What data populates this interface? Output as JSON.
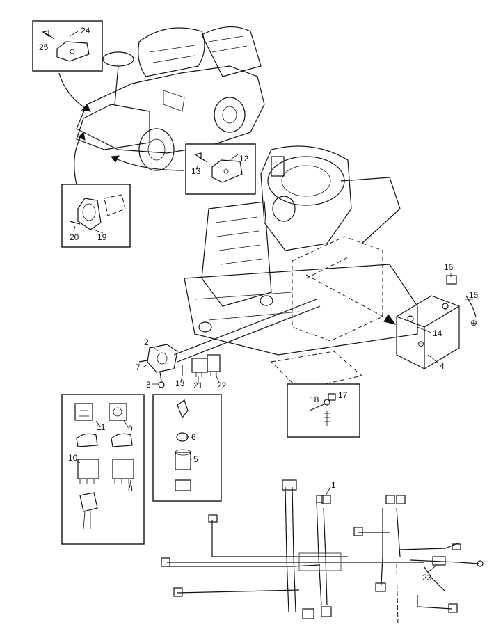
{
  "callouts": {
    "c1": "1",
    "c2": "2",
    "c3": "3",
    "c4": "4",
    "c5": "5",
    "c6": "6",
    "c7": "7",
    "c8": "8",
    "c9": "9",
    "c10": "10",
    "c11": "11",
    "c12": "12",
    "c13a": "13",
    "c13b": "13",
    "c14": "14",
    "c15": "15",
    "c16": "16",
    "c17": "17",
    "c18": "18",
    "c19": "19",
    "c20": "20",
    "c21": "21",
    "c22": "22",
    "c23": "23",
    "c24": "24",
    "c25": "25"
  },
  "symbols": {
    "minus": "⊖",
    "plus": "⊕"
  }
}
